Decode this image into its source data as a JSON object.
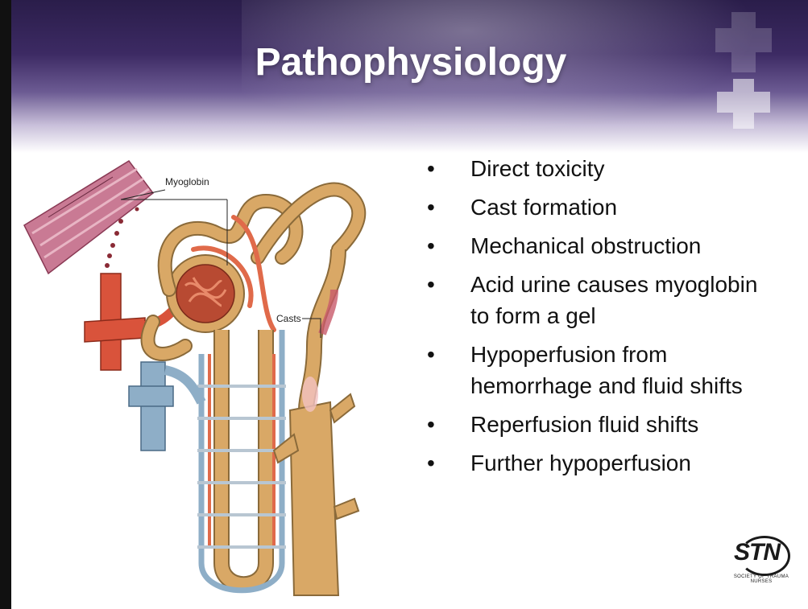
{
  "slide": {
    "title": "Pathophysiology",
    "bullets": [
      "Direct toxicity",
      "Cast formation",
      "Mechanical obstruction",
      "Acid urine causes myoglobin to form a gel",
      "Hypoperfusion from hemorrhage and fluid shifts",
      "Reperfusion fluid shifts",
      "Further hypoperfusion"
    ],
    "bullet_marker": "•"
  },
  "illustration": {
    "labels": {
      "myoglobin": "Myoglobin",
      "casts": "Casts"
    }
  },
  "logo": {
    "mark": "STN",
    "subtitle": "SOCIETY OF TRAUMA NURSES"
  },
  "colors": {
    "header_dark": "#2a1d4a",
    "header_mid": "#6b5a92",
    "tubule_tan": "#d9a866",
    "artery_red": "#d9533b",
    "vein_blue": "#8eaec7"
  }
}
